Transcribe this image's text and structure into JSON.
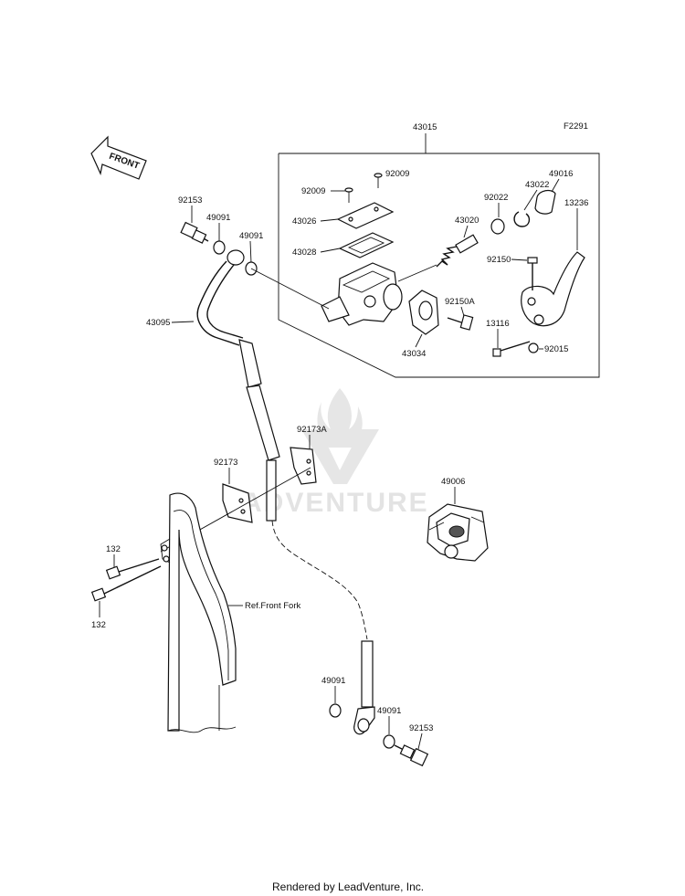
{
  "figure_code": "F2291",
  "front_arrow": "FRONT",
  "watermark": "ADVENTURE",
  "footer": "Rendered by LeadVenture, Inc.",
  "labels": {
    "p43015": "43015",
    "p92009a": "92009",
    "p92009b": "92009",
    "p49016": "49016",
    "p43022": "43022",
    "p92022": "92022",
    "p43026": "43026",
    "p43020": "43020",
    "p13236": "13236",
    "p43028": "43028",
    "p92150": "92150",
    "p92150A": "92150A",
    "p13116": "13116",
    "p43034": "43034",
    "p92015": "92015",
    "p92153a": "92153",
    "p49091a": "49091",
    "p49091b": "49091",
    "p43095": "43095",
    "p92173A": "92173A",
    "p92173": "92173",
    "p49006": "49006",
    "p132a": "132",
    "p132b": "132",
    "refFork": "Ref.Front Fork",
    "p49091c": "49091",
    "p49091d": "49091",
    "p92153b": "92153"
  }
}
